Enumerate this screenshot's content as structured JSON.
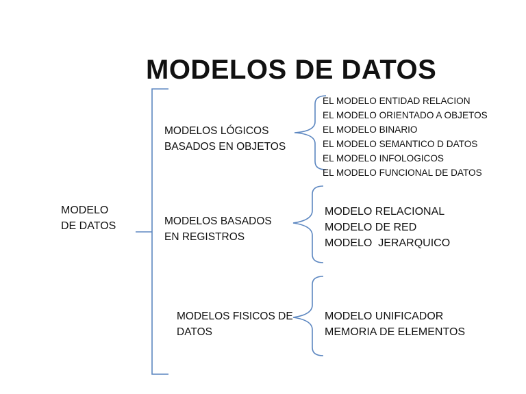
{
  "title": "MODELOS DE DATOS",
  "root": {
    "line1": "MODELO",
    "line2": "DE DATOS"
  },
  "categories": [
    {
      "line1": "MODELOS LÓGICOS",
      "line2": "BASADOS EN OBJETOS",
      "items": [
        "EL MODELO ENTIDAD RELACION",
        "EL MODELO ORIENTADO A OBJETOS",
        "EL MODELO BINARIO",
        "EL MODELO SEMANTICO D DATOS",
        "EL MODELO INFOLOGICOS",
        "EL MODELO FUNCIONAL DE DATOS"
      ]
    },
    {
      "line1": "MODELOS BASADOS",
      "line2": "EN REGISTROS",
      "items": [
        "MODELO RELACIONAL",
        "MODELO DE RED",
        "MODELO  JERARQUICO"
      ]
    },
    {
      "line1": "MODELOS FISICOS DE",
      "line2": "DATOS",
      "items": [
        "MODELO UNIFICADOR",
        "MEMORIA DE ELEMENTOS"
      ]
    }
  ],
  "colors": {
    "brace": "#5b86c0",
    "text": "#111111",
    "background": "#ffffff"
  }
}
